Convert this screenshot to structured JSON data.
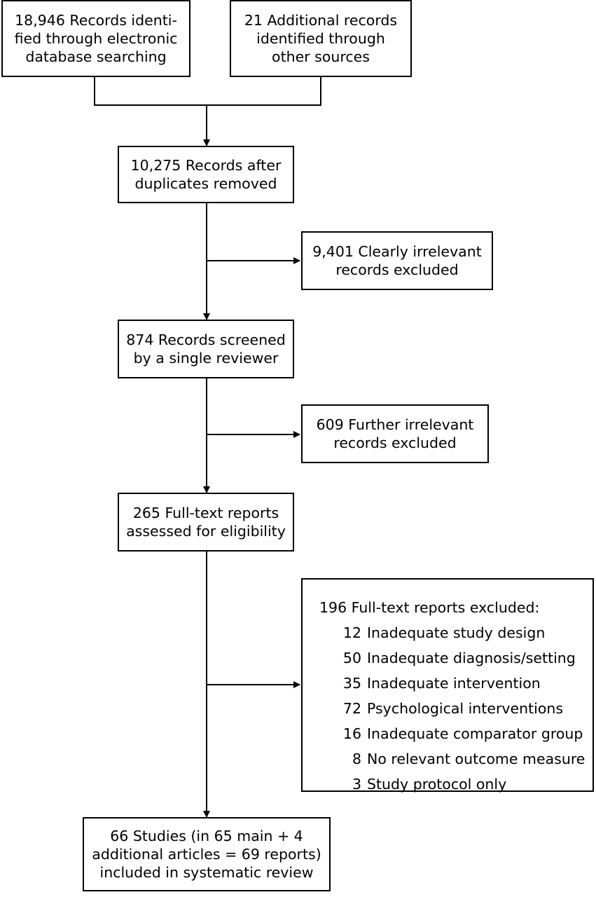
{
  "boxes": {
    "db_search": [
      "18,946 Records identi-",
      "fied through electronic",
      "database searching"
    ],
    "other_sources": [
      "21 Additional records",
      "identified through",
      "other sources"
    ],
    "after_duplicates": [
      "10,275 Records after",
      "duplicates removed"
    ],
    "irrelevant_excluded": [
      "9,401 Clearly irrelevant",
      "records excluded"
    ],
    "screened": [
      "874 Records screened",
      "by a single reviewer"
    ],
    "further_excluded": [
      "609 Further irrelevant",
      "records excluded"
    ],
    "fulltext_assessed": [
      "265 Full-text reports",
      "assessed for eligibility"
    ],
    "included": [
      "66 Studies (in 65 main + 4",
      "additional articles = 69 reports)",
      "included in systematic review"
    ]
  },
  "fulltext_excluded": {
    "heading": "196 Full-text reports excluded:",
    "reasons": [
      {
        "count": "12",
        "label": "Inadequate study design"
      },
      {
        "count": "50",
        "label": "Inadequate diagnosis/setting"
      },
      {
        "count": "35",
        "label": "Inadequate intervention"
      },
      {
        "count": "72",
        "label": "Psychological interventions"
      },
      {
        "count": "16",
        "label": "Inadequate comparator group"
      },
      {
        "count": "8",
        "label": "No relevant outcome measure"
      },
      {
        "count": "3",
        "label": "Study protocol only"
      }
    ]
  }
}
